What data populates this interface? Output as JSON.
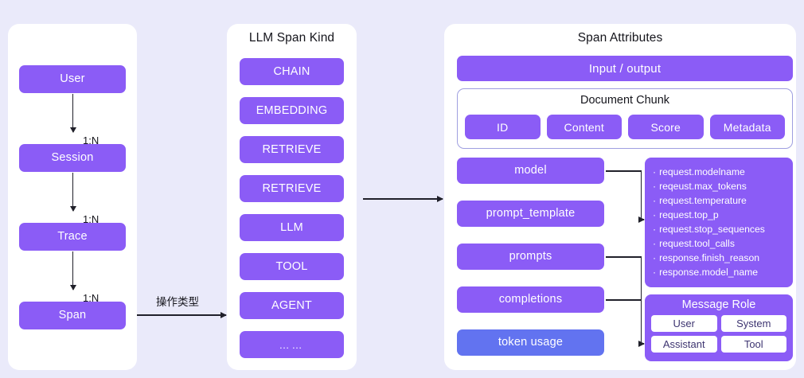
{
  "background_color": "#eaeafa",
  "accent_color": "#8b5cf6",
  "accent_alt_color": "#6273f0",
  "entity_panel": {
    "nodes": [
      {
        "label": "User"
      },
      {
        "label": "Session"
      },
      {
        "label": "Trace"
      },
      {
        "label": "Span"
      }
    ],
    "edge_labels": [
      "1:N",
      "1:N",
      "1:N"
    ]
  },
  "connectors": {
    "span_to_spankind_label": "操作类型"
  },
  "span_kind_panel": {
    "title": "LLM Span Kind",
    "items": [
      {
        "label": "CHAIN"
      },
      {
        "label": "EMBEDDING"
      },
      {
        "label": "RETRIEVE"
      },
      {
        "label": "RETRIEVE"
      },
      {
        "label": "LLM"
      },
      {
        "label": "TOOL"
      },
      {
        "label": "AGENT"
      },
      {
        "label": "……"
      }
    ]
  },
  "attributes_panel": {
    "title": "Span Attributes",
    "input_output_label": "Input / output",
    "document_chunk": {
      "title": "Document Chunk",
      "fields": [
        "ID",
        "Content",
        "Score",
        "Metadata"
      ]
    },
    "attribute_chips": [
      {
        "label": "model",
        "color": "#8b5cf6"
      },
      {
        "label": "prompt_template",
        "color": "#8b5cf6"
      },
      {
        "label": "prompts",
        "color": "#8b5cf6"
      },
      {
        "label": "completions",
        "color": "#8b5cf6"
      },
      {
        "label": "token usage",
        "color": "#6273f0"
      }
    ],
    "request_response_attributes": [
      "request.modelname",
      "reqeust.max_tokens",
      "request.temperature",
      "request.top_p",
      "request.stop_sequences",
      "request.tool_calls",
      "response.finish_reason",
      "response.model_name"
    ],
    "message_role": {
      "title": "Message Role",
      "roles": [
        "User",
        "System",
        "Assistant",
        "Tool"
      ]
    }
  }
}
